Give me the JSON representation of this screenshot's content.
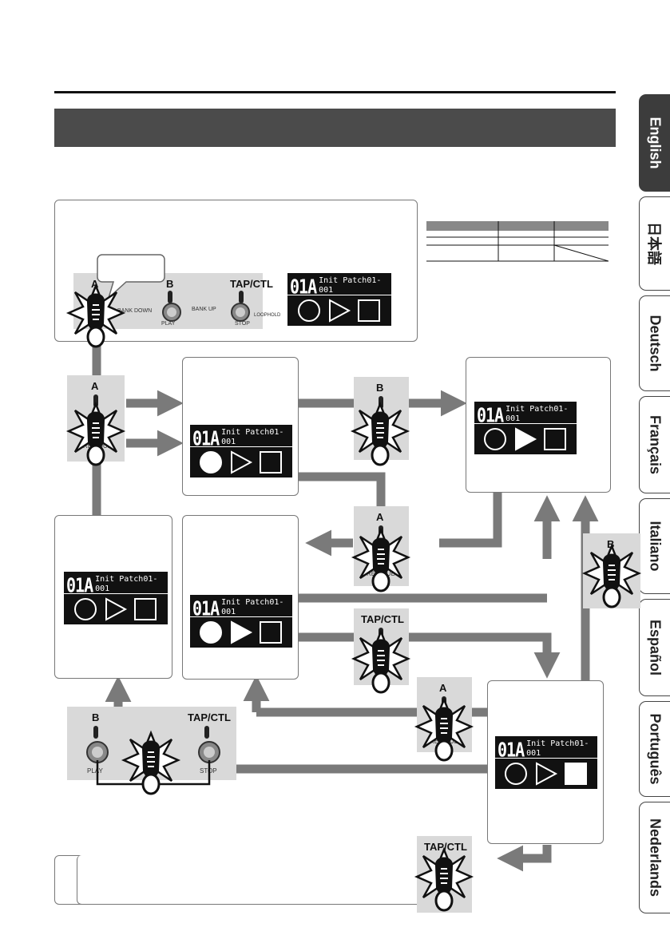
{
  "tabs": [
    "English",
    "日本語",
    "Deutsch",
    "Français",
    "Italiano",
    "Español",
    "Português",
    "Nederlands"
  ],
  "active_tab": "English",
  "pedals": {
    "a": "A",
    "b": "B",
    "tap": "TAP/CTL",
    "rec_dub": "REC/DUB",
    "play": "PLAY",
    "stop": "STOP",
    "bank_down": "BANK DOWN",
    "bank_up": "BANK UP",
    "loop_hold": "LOOPHOLD"
  },
  "lcd": {
    "number": "01A",
    "name": "Init Patch01-001"
  },
  "colors": {
    "arrow": "#7a7a7a",
    "header_bar": "#4b4b4b",
    "lcd": "#111111",
    "pedal": "#d9d9d9"
  }
}
